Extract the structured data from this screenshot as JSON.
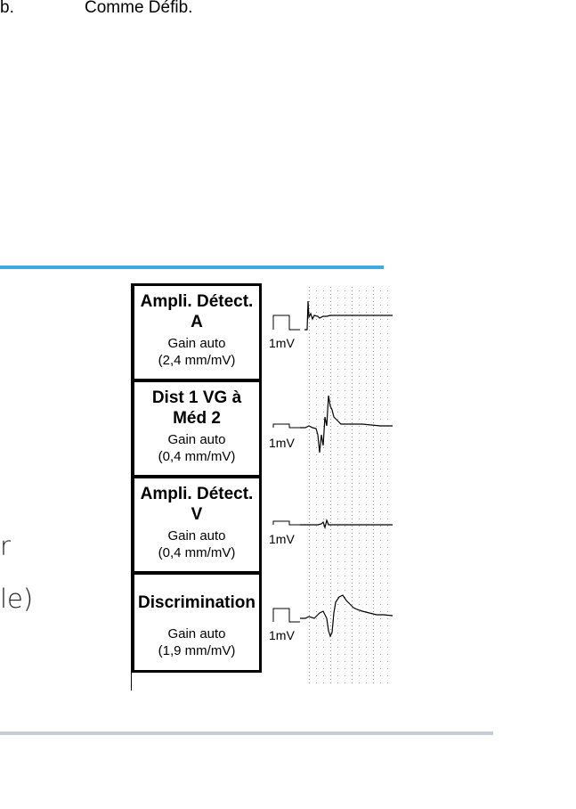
{
  "header": {
    "fragment": "b.",
    "text": "Comme Défib."
  },
  "left_fragments": [
    "r",
    "le)"
  ],
  "channels": [
    {
      "title_line1": "Ampli. Détect.",
      "title_line2": "A",
      "gain": "Gain auto",
      "scale": "(2,4 mm/mV)",
      "calibration": "1mV"
    },
    {
      "title_line1": "Dist 1 VG à",
      "title_line2": "Méd 2",
      "gain": "Gain auto",
      "scale": "(0,4 mm/mV)",
      "calibration": "1mV"
    },
    {
      "title_line1": "Ampli. Détect.",
      "title_line2": "V",
      "gain": "Gain auto",
      "scale": "(0,4 mm/mV)",
      "calibration": "1mV"
    },
    {
      "title_line1": "Discrimination",
      "title_line2": "",
      "gain": "Gain auto",
      "scale": "(1,9 mm/mV)",
      "calibration": "1mV"
    }
  ],
  "colors": {
    "blue_rule": "#3fa9e0",
    "gray_rule": "#c8ccd6"
  }
}
